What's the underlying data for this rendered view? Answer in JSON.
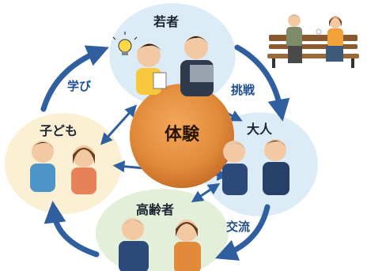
{
  "center": {
    "label": "体験",
    "color": "#e08a3a"
  },
  "nodes": {
    "youth": {
      "label": "若者",
      "color": "#dcecf6"
    },
    "adults": {
      "label": "大人",
      "color": "#dcecf6"
    },
    "seniors": {
      "label": "高齢者",
      "color": "#e4efd9"
    },
    "children": {
      "label": "子ども",
      "color": "#fbf0d4"
    }
  },
  "edges": {
    "youth_to_adults": "挑戦",
    "adults_to_seniors": "交流",
    "children_to_youth": "学び"
  },
  "icons": {
    "corner": "bench-couple-illustration",
    "lightbulb": "lightbulb-icon"
  },
  "colors": {
    "arrow": "#2f5f9e"
  }
}
